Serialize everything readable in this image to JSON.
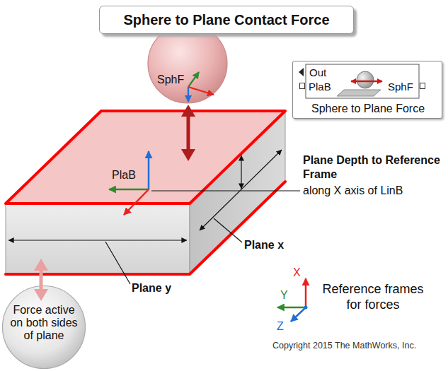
{
  "diagram": {
    "title": "Sphere to Plane Contact Force",
    "nodes": [
      {
        "text": [
          "SphF"
        ]
      },
      {
        "text": [
          "Out",
          "PlaB",
          "SphF",
          "Sphere to Plane Force"
        ]
      },
      {
        "text": [
          "PlaB"
        ]
      },
      {
        "text": [
          "Force active on both sides of plane"
        ]
      }
    ],
    "labels": [
      "Plane Depth to Reference Frame",
      "along X axis of LinB",
      "Plane x",
      "Plane y",
      "X",
      "Y",
      "Z",
      "Reference frames for forces",
      "Copyright 2015 The MathWorks, Inc."
    ]
  }
}
